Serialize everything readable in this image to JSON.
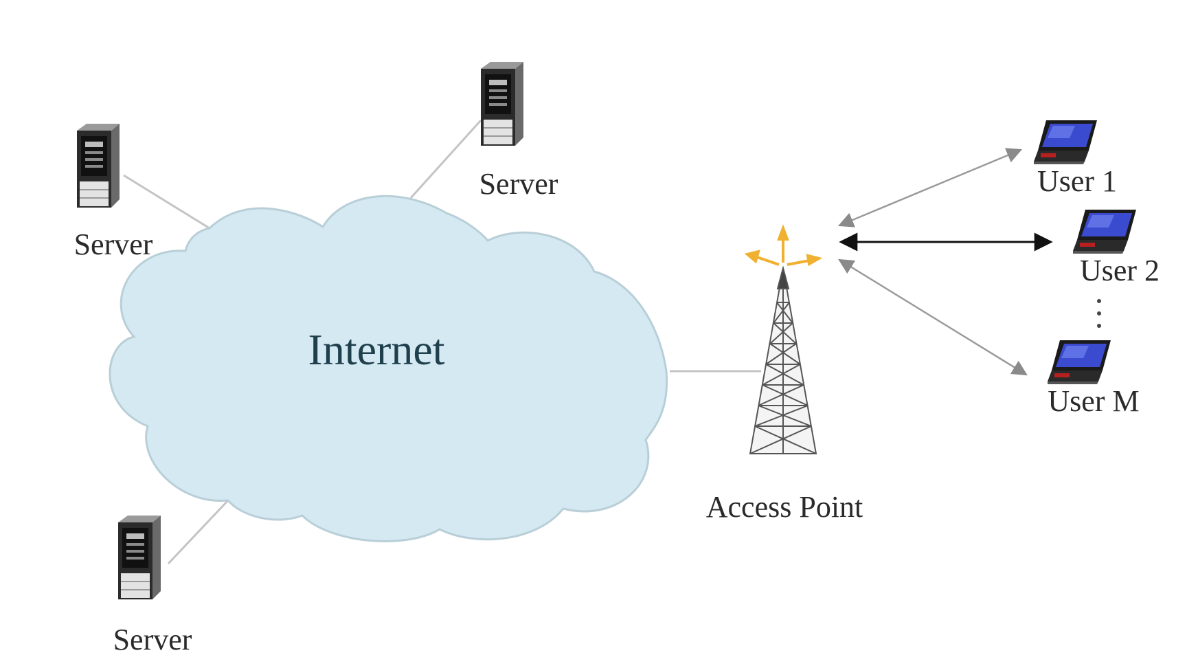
{
  "labels": {
    "cloud": "Internet",
    "server_left": "Server",
    "server_top": "Server",
    "server_bottom": "Server",
    "access_point": "Access Point",
    "user_1": "User 1",
    "user_2": "User 2",
    "user_m": "User M",
    "ellipsis": "·\n·\n·"
  },
  "colors": {
    "cloud_fill": "#d4e9f2",
    "cloud_stroke": "#b9cfd8",
    "link": "#bdbdbd",
    "arrow_gray": "#9a9a9a",
    "arrow_black": "#111111",
    "signal": "#f0b030"
  },
  "icons": {
    "server": "server-tower-icon",
    "tower": "radio-tower-icon",
    "user": "laptop-icon"
  }
}
